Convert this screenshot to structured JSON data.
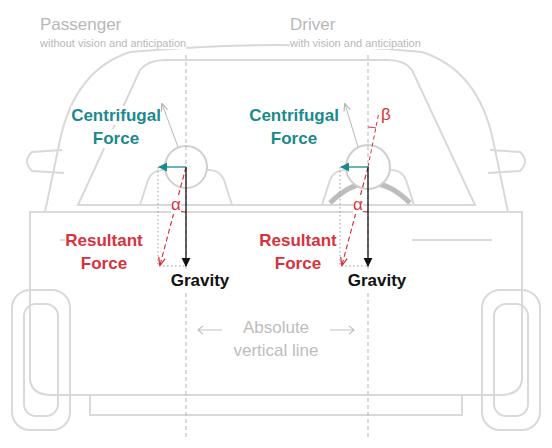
{
  "diagram": {
    "labels": [
      "Passenger",
      "without vision and anticipation",
      "Driver",
      "with vision and anticipation",
      "Centrifugal Force",
      "Centrifugal Force",
      "α",
      "α",
      "β",
      "Resultant Force",
      "Resultant Force",
      "Gravity",
      "Gravity",
      "Absolute vertical line"
    ]
  }
}
